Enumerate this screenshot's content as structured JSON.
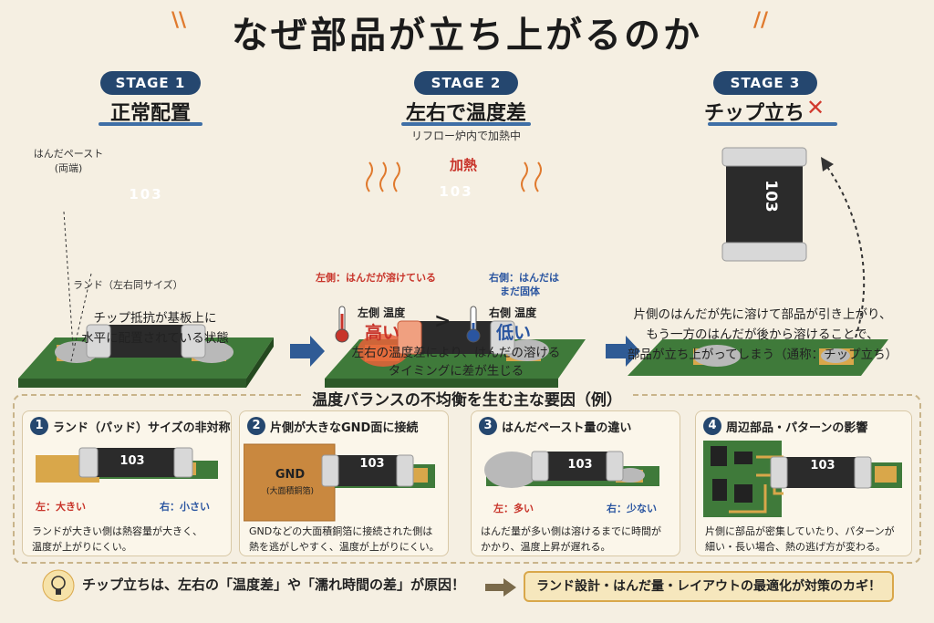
{
  "title": "なぜ部品が立ち上がるのか",
  "stage1": {
    "badge": "STAGE 1",
    "heading": "正常配置",
    "paste_label": "はんだペースト",
    "paste_sub": "(両端)",
    "land_label": "ランド（左右同サイズ）",
    "chip_code": "103",
    "desc_line1": "チップ抵抗が基板上に",
    "desc_line2": "水平に配置されている状態"
  },
  "stage2": {
    "badge": "STAGE 2",
    "heading": "左右で温度差",
    "sub": "リフロー炉内で加熱中",
    "heat_label": "加熱",
    "chip_code": "103",
    "left_note": "左側：はんだが溶けている",
    "right_note_1": "右側：はんだは",
    "right_note_2": "まだ固体",
    "left_temp_title": "左側 温度",
    "left_temp_value": "高い",
    "compare": ">",
    "right_temp_title": "右側 温度",
    "right_temp_value": "低い",
    "desc_line1": "左右の温度差により、はんだの溶ける",
    "desc_line2": "タイミングに差が生じる"
  },
  "stage3": {
    "badge": "STAGE 3",
    "heading": "チップ立ち",
    "cross": "✕",
    "chip_code": "103",
    "desc_line1": "片側のはんだが先に溶けて部品が引き上がり、",
    "desc_line2": "もう一方のはんだが後から溶けることで、",
    "desc_line3": "部品が立ち上がってしまう（通称：チップ立ち）"
  },
  "factors": {
    "title": "温度バランスの不均衡を生む主な要因（例）",
    "cards": [
      {
        "num": "1",
        "title": "ランド（パッド）サイズの非対称",
        "chip": "103",
        "left": "左：大きい",
        "right": "右：小さい",
        "text1": "ランドが大きい側は熱容量が大きく、",
        "text2": "温度が上がりにくい。"
      },
      {
        "num": "2",
        "title": "片側が大きなGND面に接続",
        "chip": "103",
        "gnd": "GND",
        "gnd_sub": "(大面積銅箔)",
        "text1": "GNDなどの大面積銅箔に接続された側は",
        "text2": "熱を逃がしやすく、温度が上がりにくい。"
      },
      {
        "num": "3",
        "title": "はんだペースト量の違い",
        "chip": "103",
        "left": "左：多い",
        "right": "右：少ない",
        "text1": "はんだ量が多い側は溶けるまでに時間が",
        "text2": "かかり、温度上昇が遅れる。"
      },
      {
        "num": "4",
        "title": "周辺部品・パターンの影響",
        "chip": "103",
        "text1": "片側に部品が密集していたり、パターンが",
        "text2": "細い・長い場合、熱の逃げ方が変わる。"
      }
    ]
  },
  "conclusion": "チップ立ちは、左右の「温度差」や「濡れ時間の差」が原因！",
  "solution": "ランド設計・はんだ量・レイアウトの最適化が対策のカギ！",
  "colors": {
    "navy": "#25476f",
    "board": "#3f7a3a",
    "land": "#d9a74a",
    "red": "#c8342a",
    "blue": "#2a55a0"
  }
}
